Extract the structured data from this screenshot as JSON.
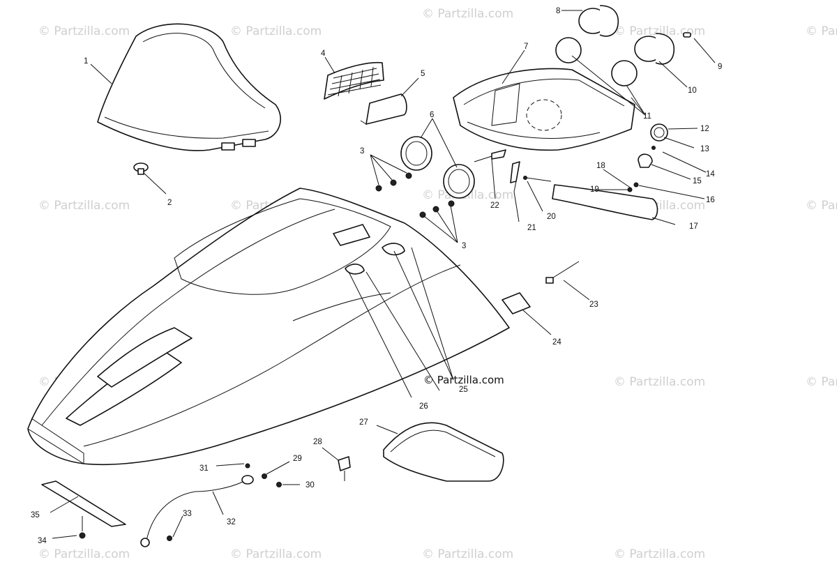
{
  "watermark": "© Partzilla.com",
  "credit": "© Partzilla.com",
  "callouts": [
    "1",
    "2",
    "3",
    "3",
    "4",
    "5",
    "6",
    "7",
    "8",
    "9",
    "10",
    "11",
    "12",
    "13",
    "14",
    "15",
    "16",
    "17",
    "18",
    "19",
    "20",
    "21",
    "22",
    "23",
    "24",
    "25",
    "26",
    "27",
    "28",
    "29",
    "30",
    "31",
    "32",
    "33",
    "34",
    "35"
  ]
}
